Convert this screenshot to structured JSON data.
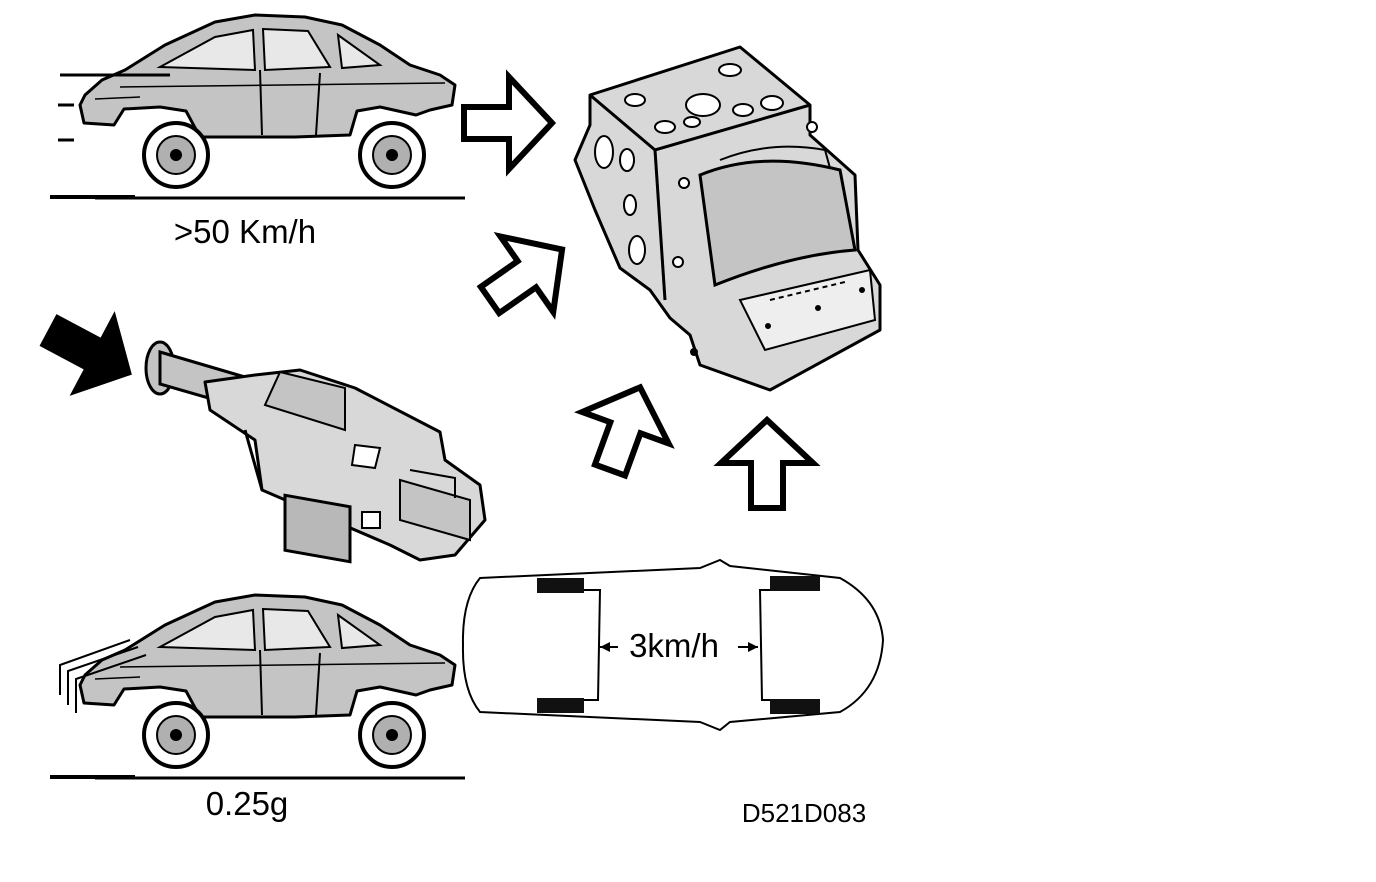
{
  "labels": {
    "speed_threshold": ">50 Km/h",
    "wheel_speed_difference": "3km/h",
    "deceleration": "0.25g",
    "figure_code": "D521D083"
  },
  "colors": {
    "ink": "#000000",
    "paper": "#ffffff",
    "car_body": "#c4c4c4",
    "part_fill": "#d8d8d8",
    "tire_block": "#111111"
  },
  "icons": {
    "moving_car": "car-side-icon",
    "braking_car": "car-side-icon",
    "brake_switch": "brake-light-switch-icon",
    "abs_unit": "abs-hydraulic-unit-icon",
    "top_view_car": "car-top-view-icon",
    "arrows": "outline-arrow-icon",
    "pedal_press": "solid-arrow-icon"
  }
}
